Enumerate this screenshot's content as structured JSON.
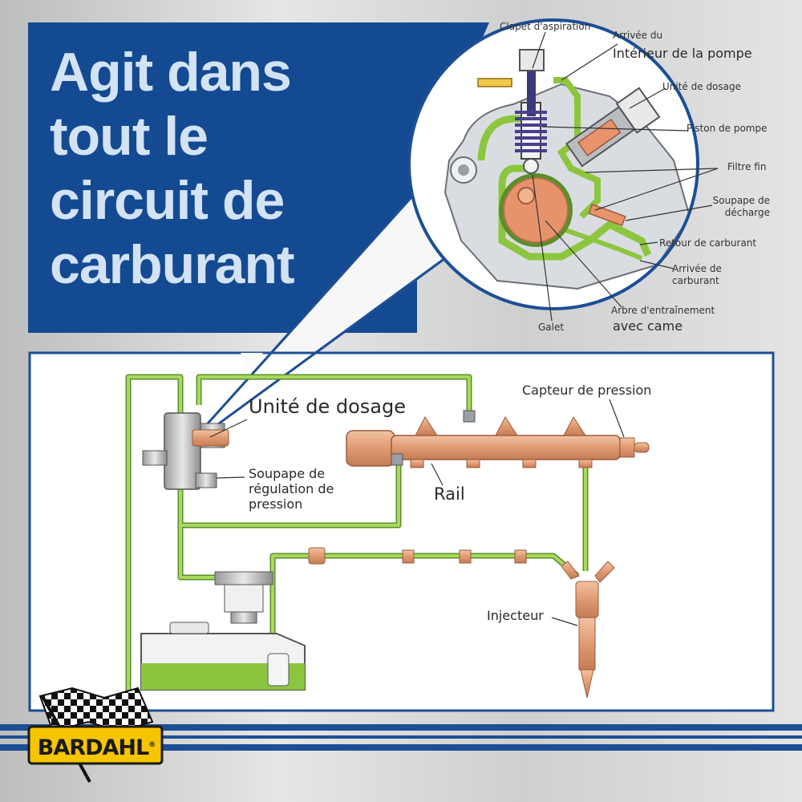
{
  "headline": {
    "lines": [
      "Agit dans",
      "tout le",
      "circuit de",
      "carburant"
    ]
  },
  "pump_detail": {
    "labels": {
      "clapet": "Clapet d'aspiration",
      "arrivee_interieur_1": "Arrivée du",
      "arrivee_interieur_2": "Intérieur de la pompe",
      "unite_dosage": "Unité de dosage",
      "piston": "Piston de pompe",
      "filtre": "Filtre fin",
      "soupape_decharge_1": "Soupape de",
      "soupape_decharge_2": "décharge",
      "retour": "Retour de carburant",
      "arrivee_carburant_1": "Arrivée de",
      "arrivee_carburant_2": "carburant",
      "arbre_1": "Arbre d'entraînement",
      "arbre_2": "avec came",
      "galet": "Galet"
    }
  },
  "system": {
    "labels": {
      "unite_dosage": "Unité de dosage",
      "soupape_1": "Soupape de",
      "soupape_2": "régulation de",
      "soupape_3": "pression",
      "rail": "Rail",
      "capteur": "Capteur de pression",
      "injecteur": "Injecteur"
    }
  },
  "brand": {
    "name": "BARDAHL",
    "mark": "®"
  },
  "colors": {
    "header_blue": "#144a92",
    "headline_text": "#d3e3f3",
    "fuel_green": "#8cc63f",
    "fuel_outline": "#5a8f2a",
    "copper": "#e5a27a",
    "frame_blue": "#1c4f95",
    "logo_yellow": "#f6c500"
  }
}
